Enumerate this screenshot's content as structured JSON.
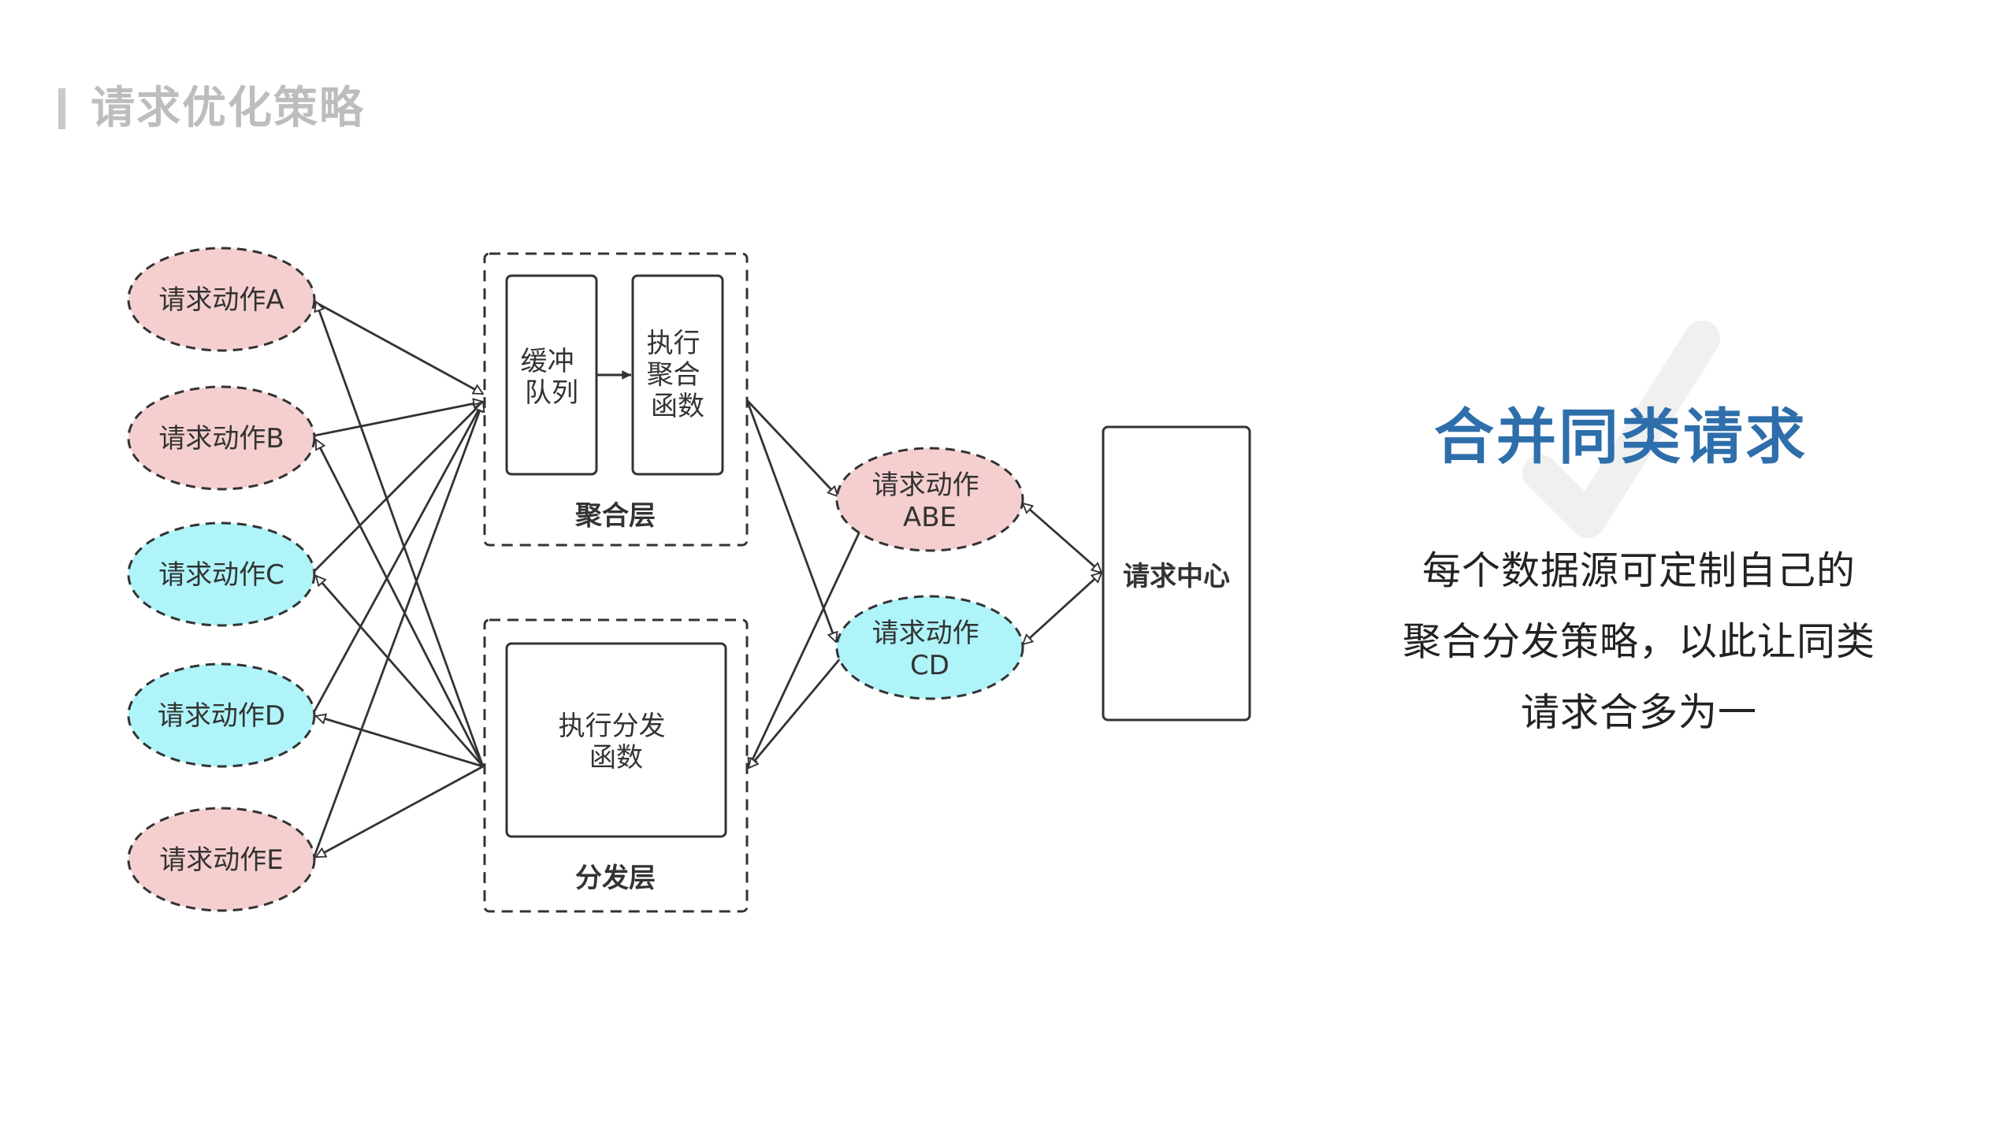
{
  "page": {
    "title": "请求优化策略"
  },
  "diagram": {
    "actions": [
      {
        "id": "A",
        "label": "请求动作A",
        "color": "#f5cfd0"
      },
      {
        "id": "B",
        "label": "请求动作B",
        "color": "#f5cfd0"
      },
      {
        "id": "C",
        "label": "请求动作C",
        "color": "#aef4f9"
      },
      {
        "id": "D",
        "label": "请求动作D",
        "color": "#aef4f9"
      },
      {
        "id": "E",
        "label": "请求动作E",
        "color": "#f5cfd0"
      }
    ],
    "aggregate_layer": {
      "label": "聚合层",
      "buffer_queue": [
        "缓冲",
        "队列"
      ],
      "exec_aggregate": [
        "执行",
        "聚合",
        "函数"
      ]
    },
    "dispatch_layer": {
      "label": "分发层",
      "exec_dispatch": [
        "执行分发",
        "函数"
      ]
    },
    "merged": [
      {
        "id": "ABE",
        "lines": [
          "请求动作",
          "ABE"
        ],
        "color": "#f5cfd0"
      },
      {
        "id": "CD",
        "lines": [
          "请求动作",
          "CD"
        ],
        "color": "#aef4f9"
      }
    ],
    "center": {
      "label": "请求中心"
    }
  },
  "headline": "合并同类请求",
  "description": [
    "每个数据源可定制自己的",
    "聚合分发策略，以此让同类",
    "请求合多为一"
  ],
  "colors": {
    "pink": "#f5cfd0",
    "cyan": "#aef4f9",
    "accent": "#2e6eab",
    "stroke": "#333333"
  }
}
